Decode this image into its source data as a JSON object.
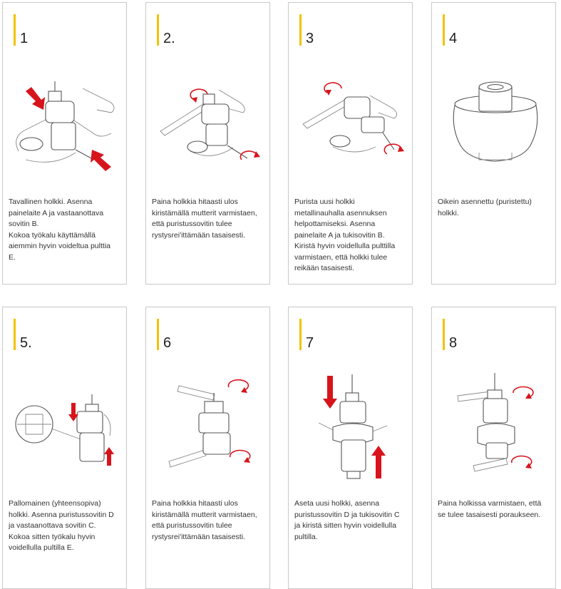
{
  "accent_color": "#f2c200",
  "arrow_color": "#d7141c",
  "steps": [
    {
      "number": "1",
      "text": "Tavallinen holkki. Asenna\npainelaite A ja vastaanottava\nsovitin B.\nKokoa työkalu käyttämällä\naiemmin hyvin voideltua pulttia\nE.",
      "illustration": "bushing-press-install-icon"
    },
    {
      "number": "2.",
      "text": "Paina holkkia hitaasti ulos\nkiristämällä mutterit varmistaen,\nettä puristussovitin tulee\nrystysrei'ittämään tasaisesti.",
      "illustration": "tighten-nut-press-out-icon"
    },
    {
      "number": "3",
      "text": "Purista uusi holkki\nmetallinauhalla asennuksen\nhelpottamiseksi. Asenna\npainelaite A ja tukisovitin B.\nKiristä hyvin voidellulla pulttilla\nvarmistaen, että holkki tulee\nreikään tasaisesti.",
      "illustration": "new-bushing-press-icon"
    },
    {
      "number": "4",
      "text": "Oikein asennettu (puristettu)\nholkki.",
      "illustration": "installed-bushing-icon"
    },
    {
      "number": "5.",
      "text": "Pallomainen (yhteensopiva)\nholkki. Asenna puristussovitin D\nja vastaanottava sovitin C.\nKokoa sitten työkalu hyvin\nvoidellulla pultilla E.",
      "illustration": "spherical-bushing-icon"
    },
    {
      "number": "6",
      "text": "Paina holkkia hitaasti ulos\nkiristämällä mutterit varmistaen,\nettä puristussovitin tulee\nrystysrei'ittämään tasaisesti.",
      "illustration": "wrench-press-out-icon"
    },
    {
      "number": "7",
      "text": "Aseta uusi holkki, asenna\npuristussovitin D ja tukisovitin C\nja kiristä sitten hyvin voidellulla\npultilla.",
      "illustration": "press-in-arrows-icon"
    },
    {
      "number": "8",
      "text": "Paina holkissa varmistaen, että\nse tulee tasaisesti poraukseen.",
      "illustration": "wrench-press-in-icon"
    }
  ]
}
